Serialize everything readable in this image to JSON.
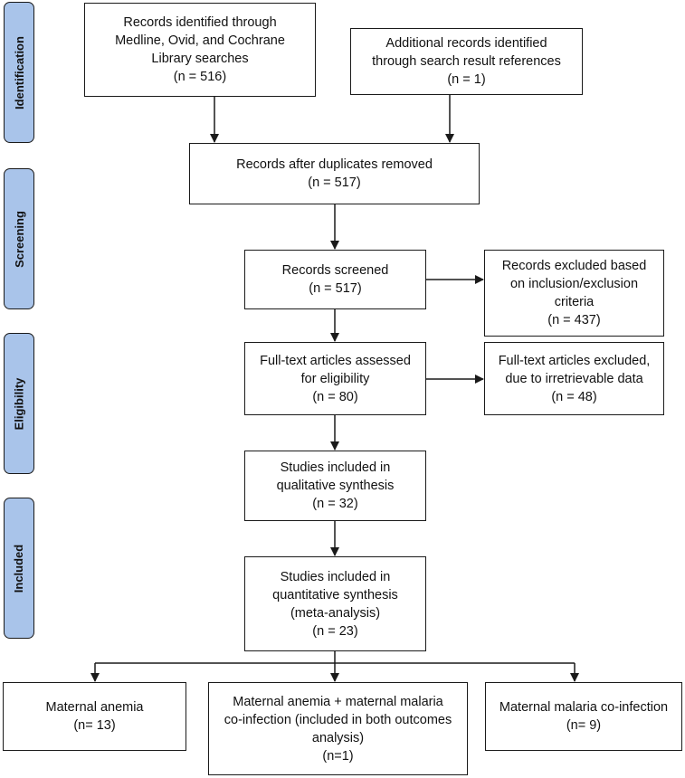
{
  "phases": {
    "identification": "Identification",
    "screening": "Screening",
    "eligibility": "Eligibility",
    "included": "Included"
  },
  "boxes": {
    "records_identified": "Records identified through\nMedline, Ovid, and Cochrane\nLibrary searches\n(n = 516)",
    "additional_records": "Additional records identified\nthrough search result references\n(n = 1)",
    "after_duplicates": "Records after duplicates removed\n(n = 517)",
    "records_screened": "Records screened\n(n = 517)",
    "records_excluded": "Records excluded based\non inclusion/exclusion\ncriteria\n(n = 437)",
    "fulltext_assessed": "Full-text articles assessed\nfor eligibility\n(n = 80)",
    "fulltext_excluded": "Full-text articles excluded,\ndue to irretrievable data\n(n = 48)",
    "qualitative": "Studies included in\nqualitative synthesis\n(n = 32)",
    "quantitative": "Studies included in\nquantitative synthesis\n(meta-analysis)\n(n = 23)",
    "maternal_anemia": "Maternal anemia\n(n= 13)",
    "anemia_malaria": "Maternal anemia + maternal malaria\nco-infection (included in both outcomes\nanalysis)\n(n=1)",
    "malaria": "Maternal malaria co-infection\n(n= 9)"
  }
}
